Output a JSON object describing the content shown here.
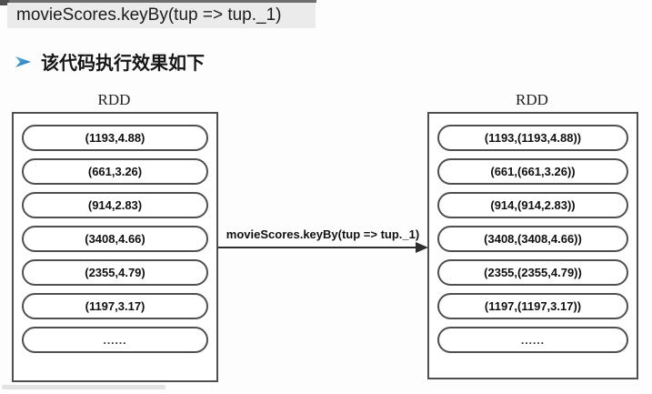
{
  "header": {
    "code_line": "movieScores.keyBy(tup => tup._1)",
    "bullet_text": "该代码执行效果如下"
  },
  "diagram": {
    "arrow_label": "movieScores.keyBy(tup => tup._1)",
    "left_rdd": {
      "title": "RDD",
      "items": [
        "(1193,4.88)",
        "(661,3.26)",
        "(914,2.83)",
        "(3408,4.66)",
        "(2355,4.79)",
        "(1197,3.17)",
        "......"
      ]
    },
    "right_rdd": {
      "title": "RDD",
      "items": [
        "(1193,(1193,4.88))",
        "(661,(661,3.26))",
        "(914,(914,2.83))",
        "(3408,(3408,4.66))",
        "(2355,(2355,4.79))",
        "(1197,(1197,3.17))",
        "......"
      ]
    },
    "colors": {
      "box_border": "#4f4f4f",
      "pill_border": "#4f4f4f",
      "arrow": "#2e2e2e",
      "code_background": "#ebebeb",
      "bullet_blue_dark": "#1a6fb5",
      "bullet_blue_light": "#5db6dd"
    }
  }
}
